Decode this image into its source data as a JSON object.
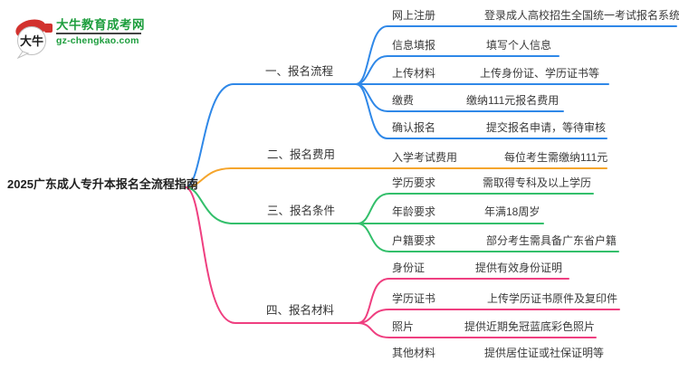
{
  "logo": {
    "icon_text": "大牛",
    "site_name": "大牛教育成考网",
    "site_domain": "gz-chengkao.com",
    "brand_green": "#1E9E3E",
    "brand_red": "#D2322E",
    "divider_color": "#444444"
  },
  "root": {
    "label": "2025广东成人专升本报名全流程指南"
  },
  "colors": {
    "branch1": "#2F88E8",
    "branch2": "#F5A52C",
    "branch3": "#33BF6B",
    "branch4": "#EF3F80",
    "text": "#3A3A3A"
  },
  "branches": [
    {
      "label": "一、报名流程",
      "children": [
        {
          "label": "网上注册",
          "desc": "登录成人高校招生全国统一考试报名系统"
        },
        {
          "label": "信息填报",
          "desc": "填写个人信息"
        },
        {
          "label": "上传材料",
          "desc": "上传身份证、学历证书等"
        },
        {
          "label": "缴费",
          "desc": "缴纳111元报名费用"
        },
        {
          "label": "确认报名",
          "desc": "提交报名申请，等待审核"
        }
      ]
    },
    {
      "label": "二、报名费用",
      "children": [
        {
          "label": "入学考试费用",
          "desc": "每位考生需缴纳111元"
        }
      ]
    },
    {
      "label": "三、报名条件",
      "children": [
        {
          "label": "学历要求",
          "desc": "需取得专科及以上学历"
        },
        {
          "label": "年龄要求",
          "desc": "年满18周岁"
        },
        {
          "label": "户籍要求",
          "desc": "部分考生需具备广东省户籍"
        }
      ]
    },
    {
      "label": "四、报名材料",
      "children": [
        {
          "label": "身份证",
          "desc": "提供有效身份证明"
        },
        {
          "label": "学历证书",
          "desc": "上传学历证书原件及复印件"
        },
        {
          "label": "照片",
          "desc": "提供近期免冠蓝底彩色照片"
        },
        {
          "label": "其他材料",
          "desc": "提供居住证或社保证明等"
        }
      ]
    }
  ]
}
